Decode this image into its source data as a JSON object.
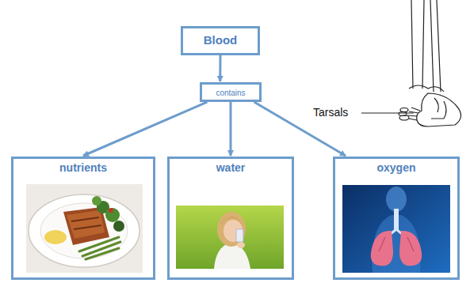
{
  "diagram": {
    "nodes": [
      {
        "text": [
          "Blood"
        ]
      },
      {
        "text": [
          "contains"
        ]
      },
      {
        "text": [
          "nutrients"
        ]
      },
      {
        "text": [
          "water"
        ]
      },
      {
        "text": [
          "oxygen"
        ]
      }
    ],
    "edges": [
      {
        "from": 0,
        "to": 1,
        "arrow": "to"
      },
      {
        "from": 1,
        "to": 2,
        "arrow": "to"
      },
      {
        "from": 1,
        "to": 3,
        "arrow": "to"
      },
      {
        "from": 1,
        "to": 4,
        "arrow": "to"
      }
    ],
    "labels": [
      "Tarsals"
    ]
  }
}
